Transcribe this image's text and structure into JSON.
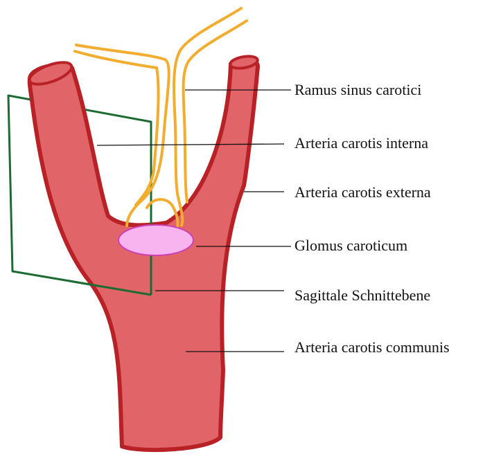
{
  "labels": {
    "ramus_sinus_carotici": "Ramus sinus carotici",
    "arteria_carotis_interna": "Arteria carotis interna",
    "arteria_carotis_externa": "Arteria carotis externa",
    "glomus_caroticum": "Glomus caroticum",
    "sagittale_schnittebene": "Sagittale Schnittebene",
    "arteria_carotis_communis": "Arteria carotis communis"
  },
  "colors": {
    "artery_fill": "#e06468",
    "artery_outline": "#b82226",
    "nerve_fill": "#ffffff",
    "nerve_outline": "#f2ac2e",
    "glomus_fill": "#f7b4ee",
    "glomus_outline": "#cc40b6",
    "plane_outline": "#1d6b33",
    "leader_line": "#111111"
  }
}
